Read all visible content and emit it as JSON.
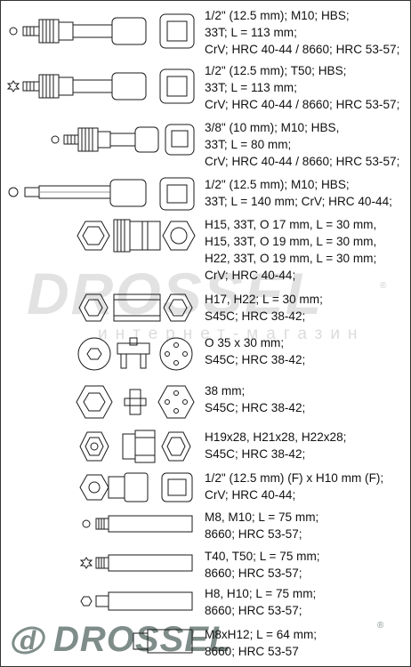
{
  "items": [
    {
      "lines": [
        "1/2\" (12.5 mm); M10; HBS;",
        "33T; L = 113 mm;",
        "CrV; HRC 40-44 / 8660; HRC 53-57;"
      ]
    },
    {
      "lines": [
        "1/2\" (12.5 mm); T50; HBS;",
        "33T; L = 113 mm;",
        "CrV; HRC 40-44 / 8660; HRC 53-57;"
      ]
    },
    {
      "lines": [
        "3/8\" (10 mm); M10; HBS,",
        "33T; L = 80 mm;",
        "CrV; HRC 40-44 / 8660; HRC 53-57;"
      ]
    },
    {
      "lines": [
        "1/2\" (12.5 mm); M10; HBS;",
        "33T; L = 140 mm; CrV; HRC 40-44;"
      ]
    },
    {
      "lines": [
        "H15, 33T, O 17 mm, L = 30 mm,",
        "H15, 33T, O 19 mm, L = 30 mm,",
        "H22, 33T, O 19 mm, L = 30 mm;",
        "CrV; HRC 40-44;"
      ]
    },
    {
      "lines": [
        "H17, H22; L = 30 mm;",
        "S45C; HRC 38-42;"
      ]
    },
    {
      "lines": [
        "O 35 x 30 mm;",
        "S45C; HRC 38-42;"
      ]
    },
    {
      "lines": [
        "38 mm;",
        "S45C; HRC 38-42;"
      ]
    },
    {
      "lines": [
        "H19x28, H21x28, H22x28;",
        "S45C; HRC 38-42;"
      ]
    },
    {
      "lines": [
        "1/2\" (12.5 mm) (F) x H10 mm (F);",
        "CrV; HRC 40-44;"
      ]
    },
    {
      "lines": [
        "M8, M10; L = 75 mm;",
        "8660; HRC 53-57;"
      ]
    },
    {
      "lines": [
        "T40, T50; L = 75 mm;",
        "8660; HRC 53-57;"
      ]
    },
    {
      "lines": [
        "H8, H10; L = 75 mm;",
        "8660; HRC 53-57;"
      ]
    },
    {
      "lines": [
        "M8xH12; L = 64 mm;",
        "8660; HRC 53-57"
      ]
    }
  ],
  "watermark": {
    "brand": "DROSSEL",
    "subtitle": "интернет-магазин",
    "registered": "®"
  }
}
